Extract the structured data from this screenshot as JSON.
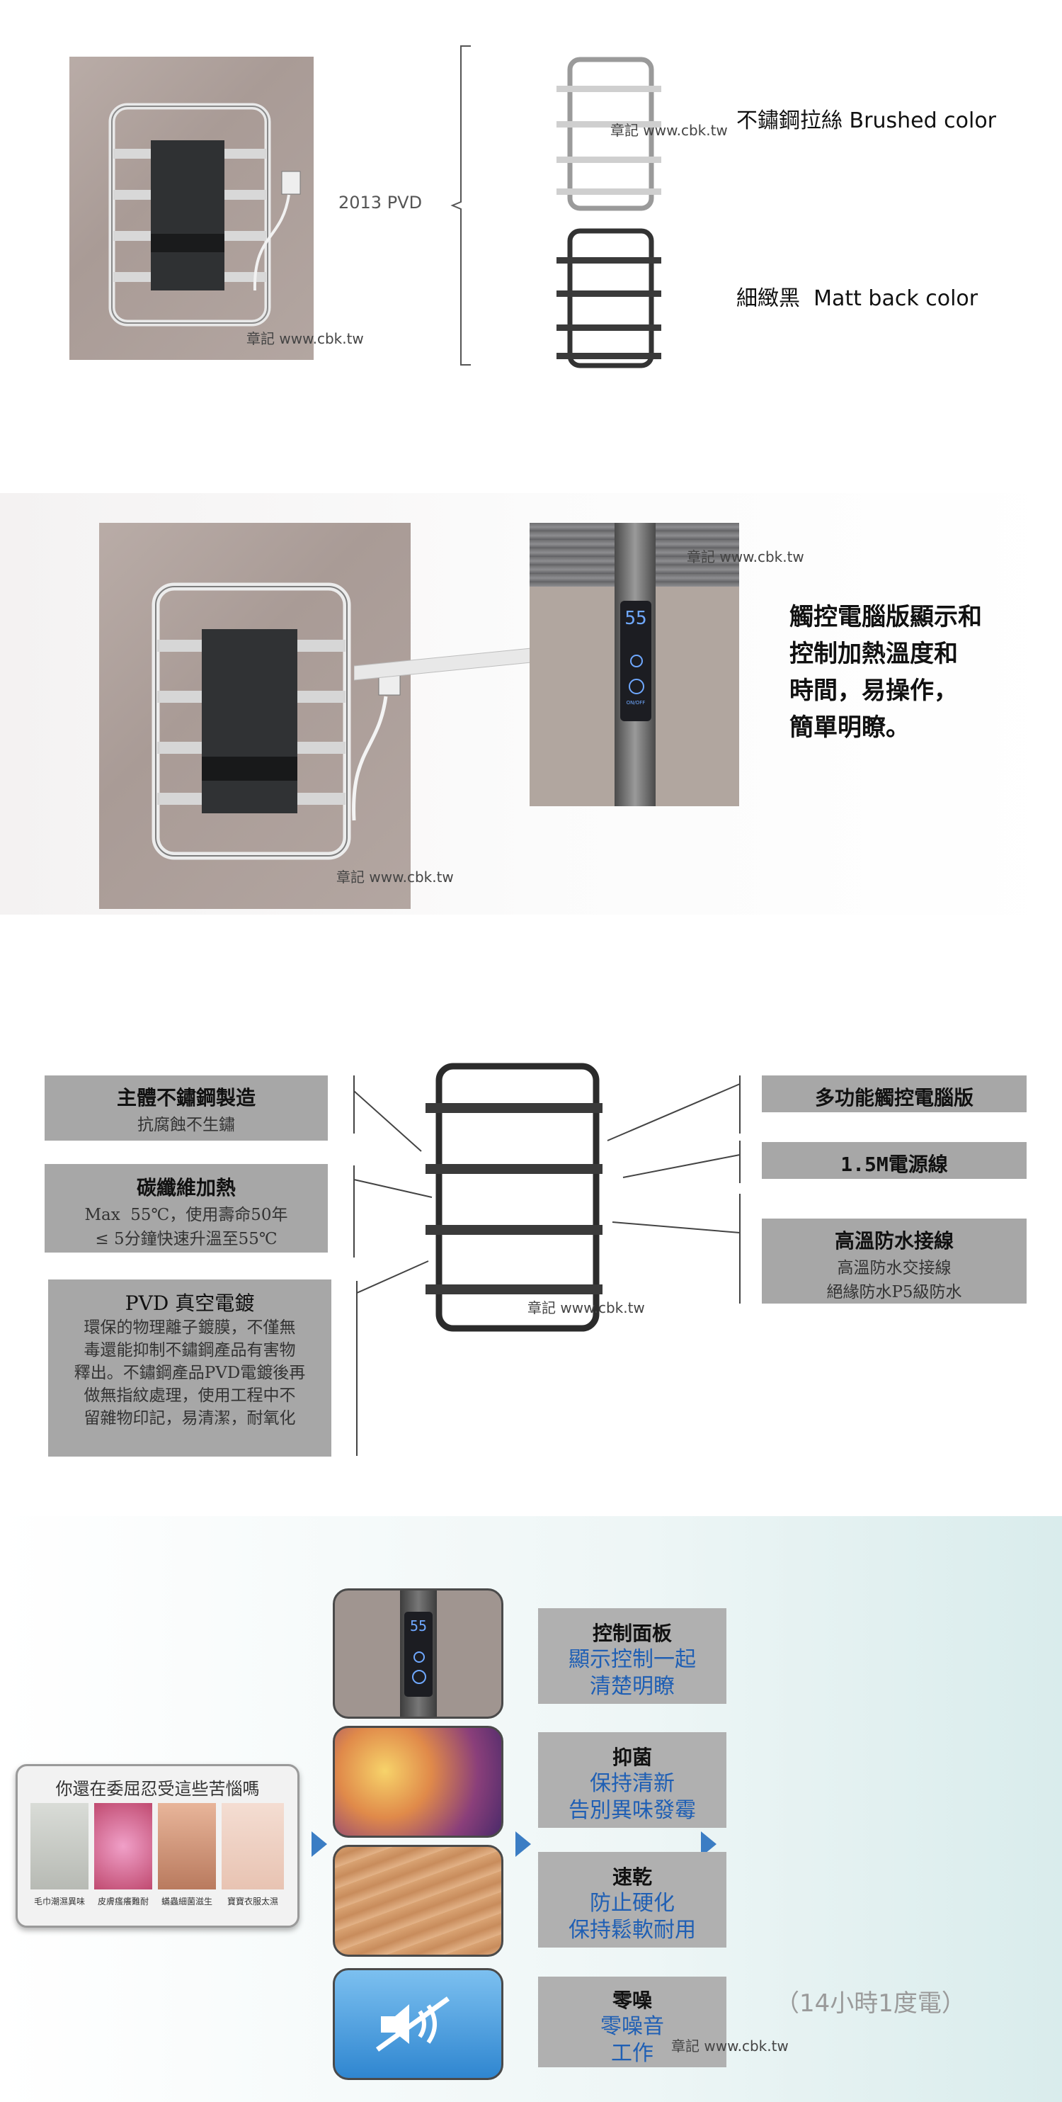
{
  "section1": {
    "pvd_label": "2013 PVD",
    "brushed_label": "不鏽鋼拉絲 Brushed color",
    "matt_label": "細緻黑  Matt back color",
    "watermark": "章記 www.cbk.tw"
  },
  "section2": {
    "display_digits": "55",
    "display_unit_label": "ON/OFF",
    "description_lines": [
      "觸控電腦版顯示和",
      "控制加熱溫度和",
      "時間，易操作，",
      "簡單明瞭。"
    ],
    "watermark": "章記 www.cbk.tw"
  },
  "section3": {
    "left_boxes": [
      {
        "title": "主體不鏽鋼製造",
        "lines": [
          "抗腐蝕不生鏽"
        ]
      },
      {
        "title": "碳纖維加熱",
        "lines": [
          "Max  55℃，使用壽命50年",
          "≤ 5分鐘快速升溫至55℃"
        ]
      },
      {
        "title": "PVD 真空電鍍",
        "lines": [
          "環保的物理離子鍍膜，不僅無",
          "毒還能抑制不鏽鋼產品有害物",
          "釋出。不鏽鋼產品PVD電鍍後再",
          "做無指紋處理，使用工程中不",
          "留雜物印記，易清潔，耐氧化"
        ]
      }
    ],
    "right_boxes": [
      {
        "title": "多功能觸控電腦版",
        "lines": []
      },
      {
        "title": "1.5M電源線",
        "lines": []
      },
      {
        "title": "高溫防水接線",
        "lines": [
          "高溫防水交接線",
          "絕緣防水P5級防水"
        ]
      }
    ],
    "watermark": "章記 www.cbk.tw"
  },
  "section4": {
    "panel_title": "你還在委屈忍受這些苦惱嗎",
    "panel_captions": [
      "毛巾潮濕異味",
      "皮膚瘙癢難耐",
      "蟎蟲細菌滋生",
      "寶寶衣服太濕"
    ],
    "display_digits": "55",
    "features": [
      {
        "title": "控制面板",
        "lines": [
          "顯示控制一起",
          "清楚明瞭"
        ]
      },
      {
        "title": "抑菌",
        "lines": [
          "保持清新",
          "告別異味發霉"
        ]
      },
      {
        "title": "速乾",
        "lines": [
          "防止硬化",
          "保持鬆軟耐用"
        ]
      },
      {
        "title": "零噪",
        "lines": [
          "零噪音",
          "工作"
        ]
      }
    ],
    "power_note": "（14小時1度電）",
    "watermark": "章記 www.cbk.tw"
  },
  "colors": {
    "accent_blue": "#1f5fb4",
    "box_gray": "#a7a7a7",
    "display_blue": "#6fa8ff"
  }
}
